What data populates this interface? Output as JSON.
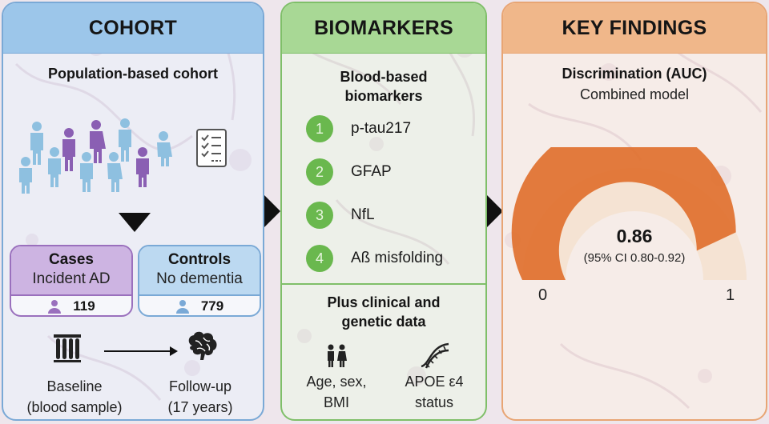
{
  "cohort": {
    "title": "COHORT",
    "subtitle": "Population-based cohort",
    "cases": {
      "title": "Cases",
      "subtitle": "Incident AD",
      "count": "119"
    },
    "controls": {
      "title": "Controls",
      "subtitle": "No dementia",
      "count": "779"
    },
    "baseline": {
      "line1": "Baseline",
      "line2": "(blood sample)"
    },
    "followup": {
      "line1": "Follow-up",
      "line2": "(17 years)"
    }
  },
  "biomarkers": {
    "title": "BIOMARKERS",
    "subtitle_line1": "Blood-based",
    "subtitle_line2": "biomarkers",
    "items": [
      {
        "num": "1",
        "label": "p-tau217"
      },
      {
        "num": "2",
        "label": "GFAP"
      },
      {
        "num": "3",
        "label": "NfL"
      },
      {
        "num": "4",
        "label": "Aß misfolding"
      }
    ],
    "clinical_line1": "Plus clinical and",
    "clinical_line2": "genetic data",
    "demo": {
      "line1": "Age, sex,",
      "line2": "BMI"
    },
    "apoe": {
      "line1": "APOE ε4",
      "line2": "status"
    }
  },
  "key_findings": {
    "title": "KEY FINDINGS",
    "metric": "Discrimination (AUC)",
    "model": "Combined model",
    "gauge": {
      "value": 0.86,
      "value_label": "0.86",
      "ci_label": "(95% CI 0.80-0.92)",
      "min_label": "0",
      "max_label": "1"
    }
  },
  "colors": {
    "cohort_accent": "#7aa9d6",
    "biomarker_accent": "#7fbf69",
    "findings_accent": "#e8a574",
    "cases_purple": "#9a70bd",
    "gauge_fill": "#e0702e",
    "gauge_track": "#f4e2cf"
  },
  "icons": [
    "people-icon",
    "checklist-icon",
    "person-icon",
    "test-tubes-icon",
    "brain-icon",
    "couple-icon",
    "dna-icon"
  ]
}
